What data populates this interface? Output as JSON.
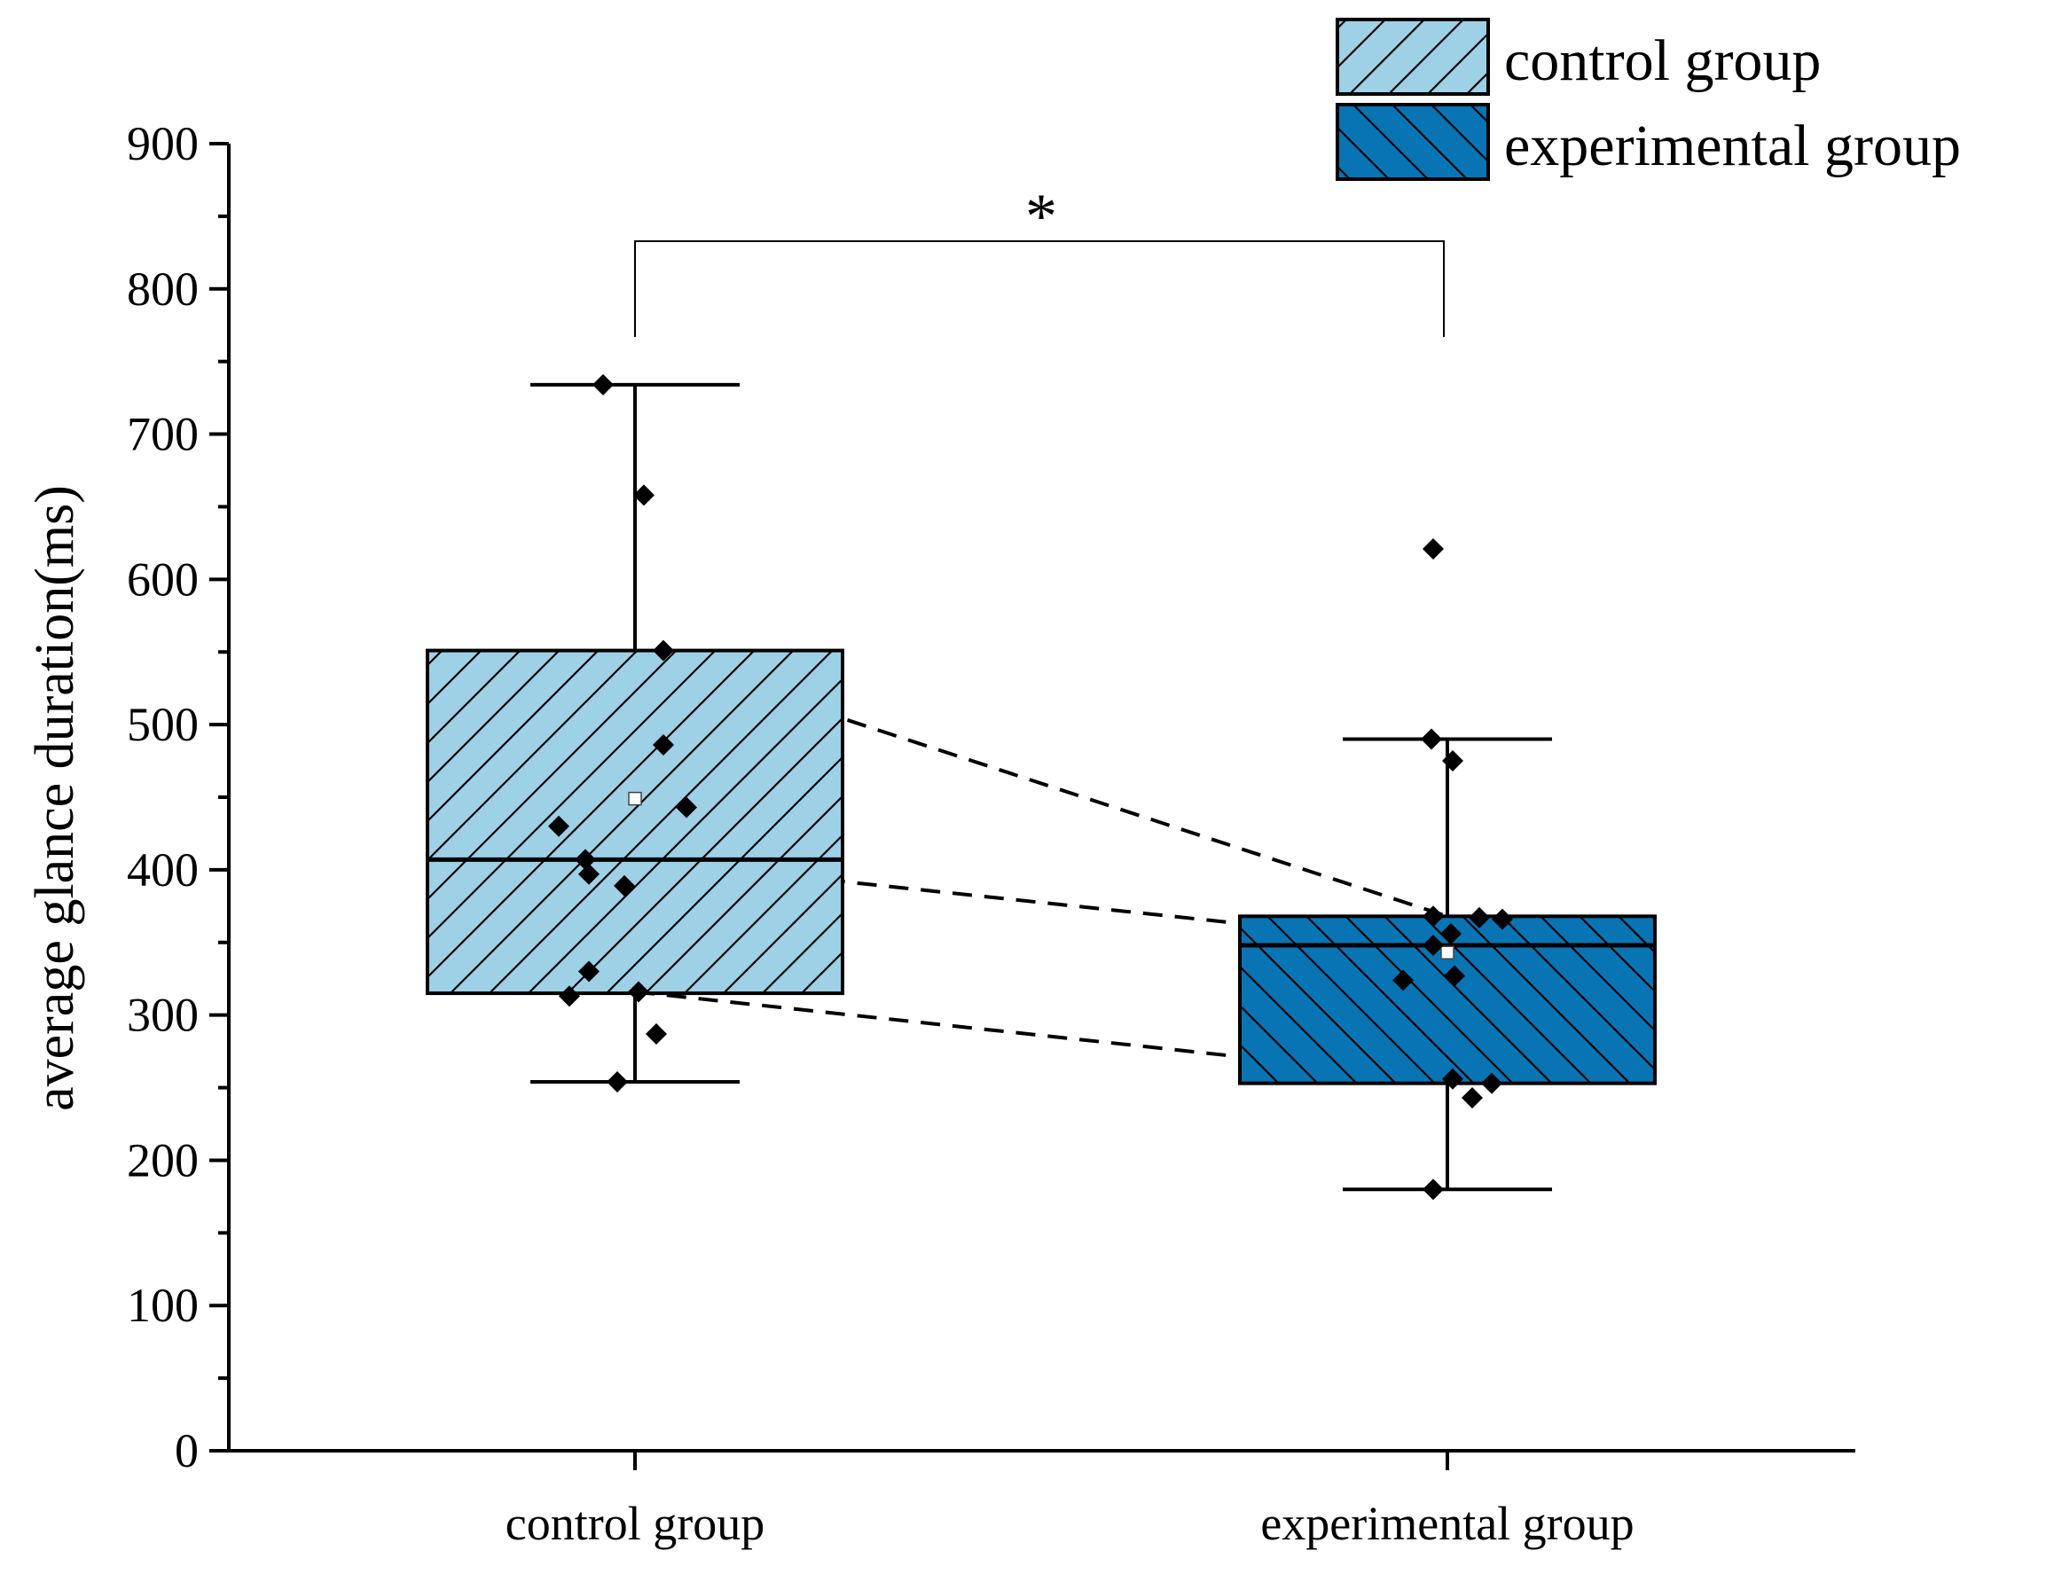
{
  "chart_data": {
    "type": "box",
    "ylabel": "average glance duration(ms)",
    "ylim": [
      0,
      900
    ],
    "yticks": [
      0,
      100,
      200,
      300,
      400,
      500,
      600,
      700,
      800,
      900
    ],
    "categories": [
      "control group",
      "experimental group"
    ],
    "legend": {
      "position": "top-right",
      "entries": [
        "control group",
        "experimental group"
      ]
    },
    "significance": "*",
    "colors": {
      "control": "#9ed0e6",
      "experimental": "#0874b3",
      "stroke": "#000000"
    },
    "series": [
      {
        "name": "control group",
        "min": 254,
        "q1": 315,
        "median": 407,
        "q3": 551,
        "max": 734,
        "mean": 449,
        "points": [
          734,
          658,
          551,
          486,
          443,
          430,
          407,
          397,
          389,
          330,
          316,
          313,
          287,
          254
        ]
      },
      {
        "name": "experimental group",
        "min": 180,
        "q1": 253,
        "median": 348,
        "q3": 368,
        "max": 490,
        "mean": 343,
        "points": [
          621,
          490,
          475,
          368,
          367,
          366,
          356,
          348,
          327,
          324,
          256,
          253,
          243,
          180
        ]
      }
    ],
    "paired_lines": [
      [
        551,
        368
      ],
      [
        407,
        348
      ],
      [
        316,
        256
      ]
    ]
  }
}
